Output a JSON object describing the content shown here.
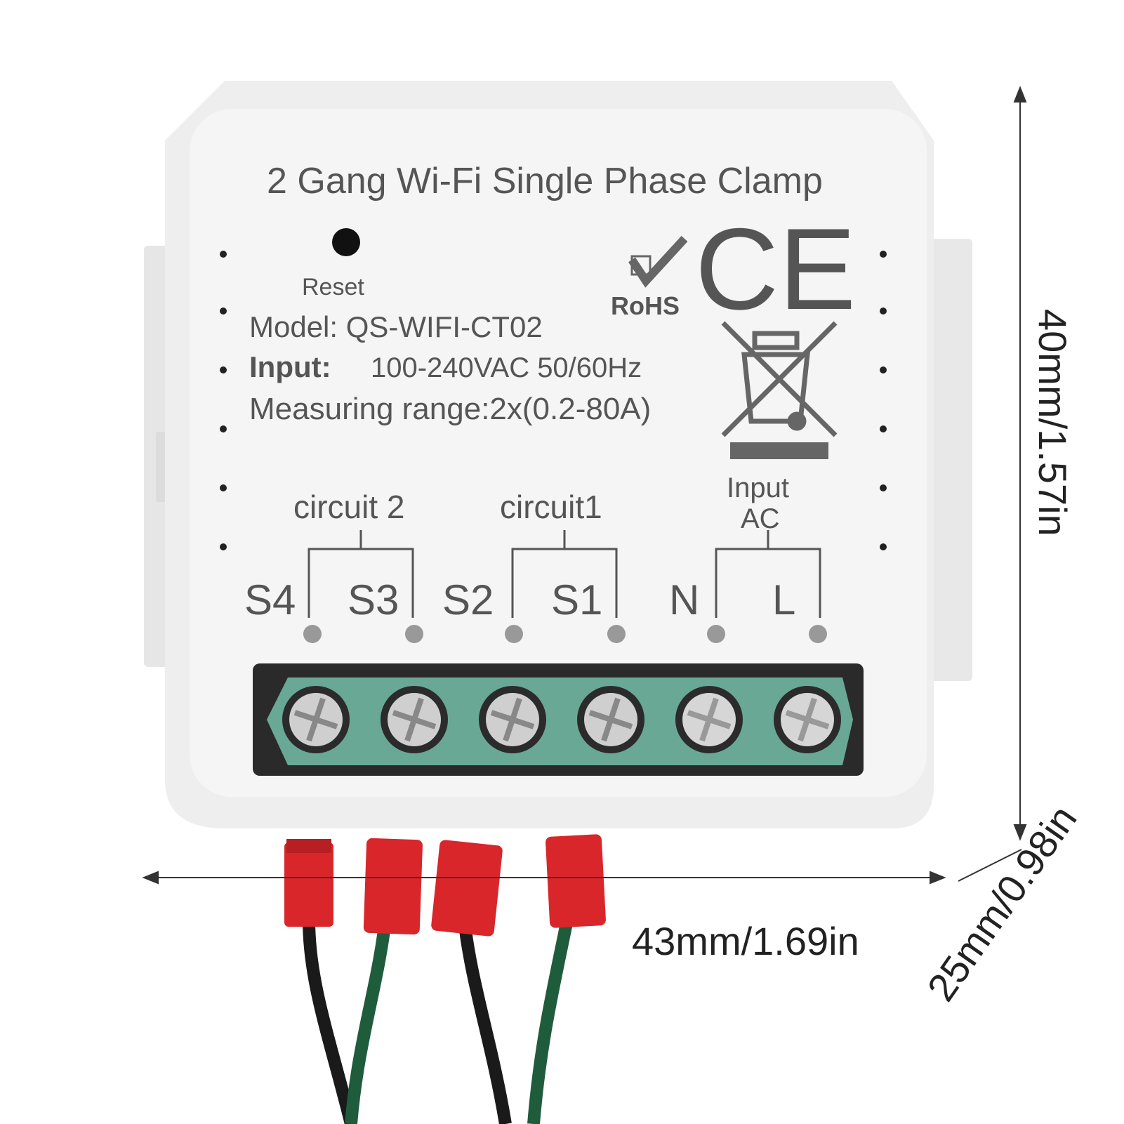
{
  "device": {
    "title": "2 Gang Wi-Fi Single Phase Clamp",
    "reset_label": "Reset",
    "model": "Model: QS-WIFI-CT02",
    "input_label": "Input:",
    "input_value": "100-240VAC 50/60Hz",
    "measuring": "Measuring range:2x(0.2-80A)",
    "rohs": "RoHS",
    "ce": "CE",
    "circuit2": "circuit 2",
    "circuit1": "circuit1",
    "input_ac_line1": "Input",
    "input_ac_line2": "AC",
    "terminals": [
      "S4",
      "S3",
      "S2",
      "S1",
      "N",
      "L"
    ]
  },
  "dimensions": {
    "width": "43mm/1.69in",
    "height": "40mm/1.57in",
    "depth": "25mm/0.98in"
  },
  "colors": {
    "housing": "#f1f1f1",
    "terminal_block": "#6aa896",
    "wire_cap": "#d8262a",
    "wire_green": "#1f5c3c",
    "wire_black": "#1a1a1a",
    "label_text": "#555555"
  }
}
